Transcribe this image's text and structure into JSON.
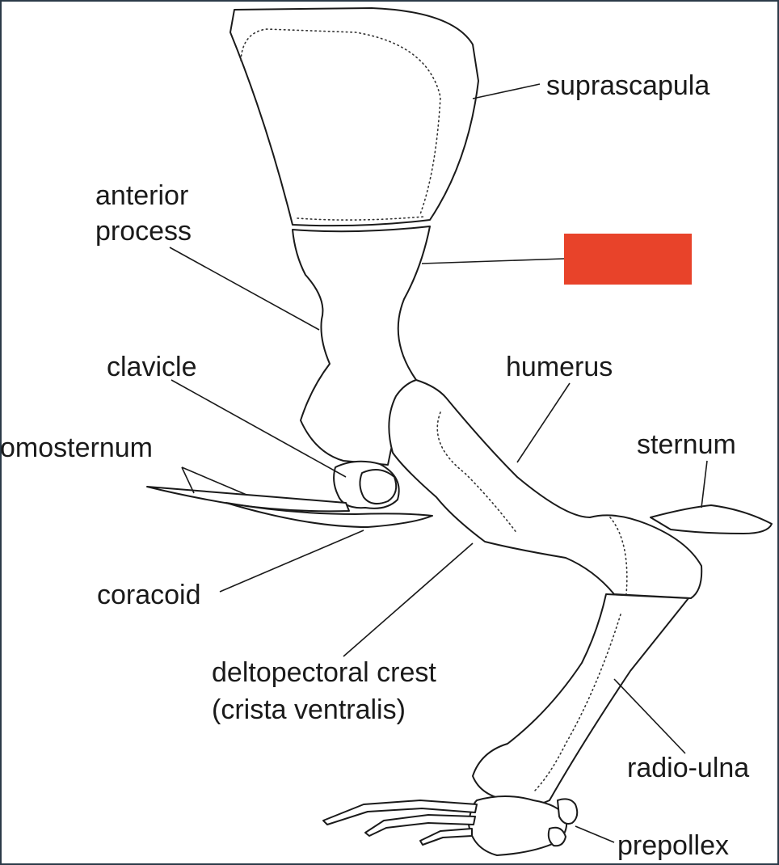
{
  "labels": {
    "suprascapula": "suprascapula",
    "anterior_process_1": "anterior",
    "anterior_process_2": "process",
    "clavicle": "clavicle",
    "humerus": "humerus",
    "omosternum": "omosternum",
    "sternum": "sternum",
    "coracoid": "coracoid",
    "deltopectoral_1": "deltopectoral crest",
    "deltopectoral_2": "(crista ventralis)",
    "radio_ulna": "radio-ulna",
    "prepollex": "prepollex"
  },
  "colors": {
    "mask": "#e8432a",
    "frame": "#2b3a48"
  }
}
